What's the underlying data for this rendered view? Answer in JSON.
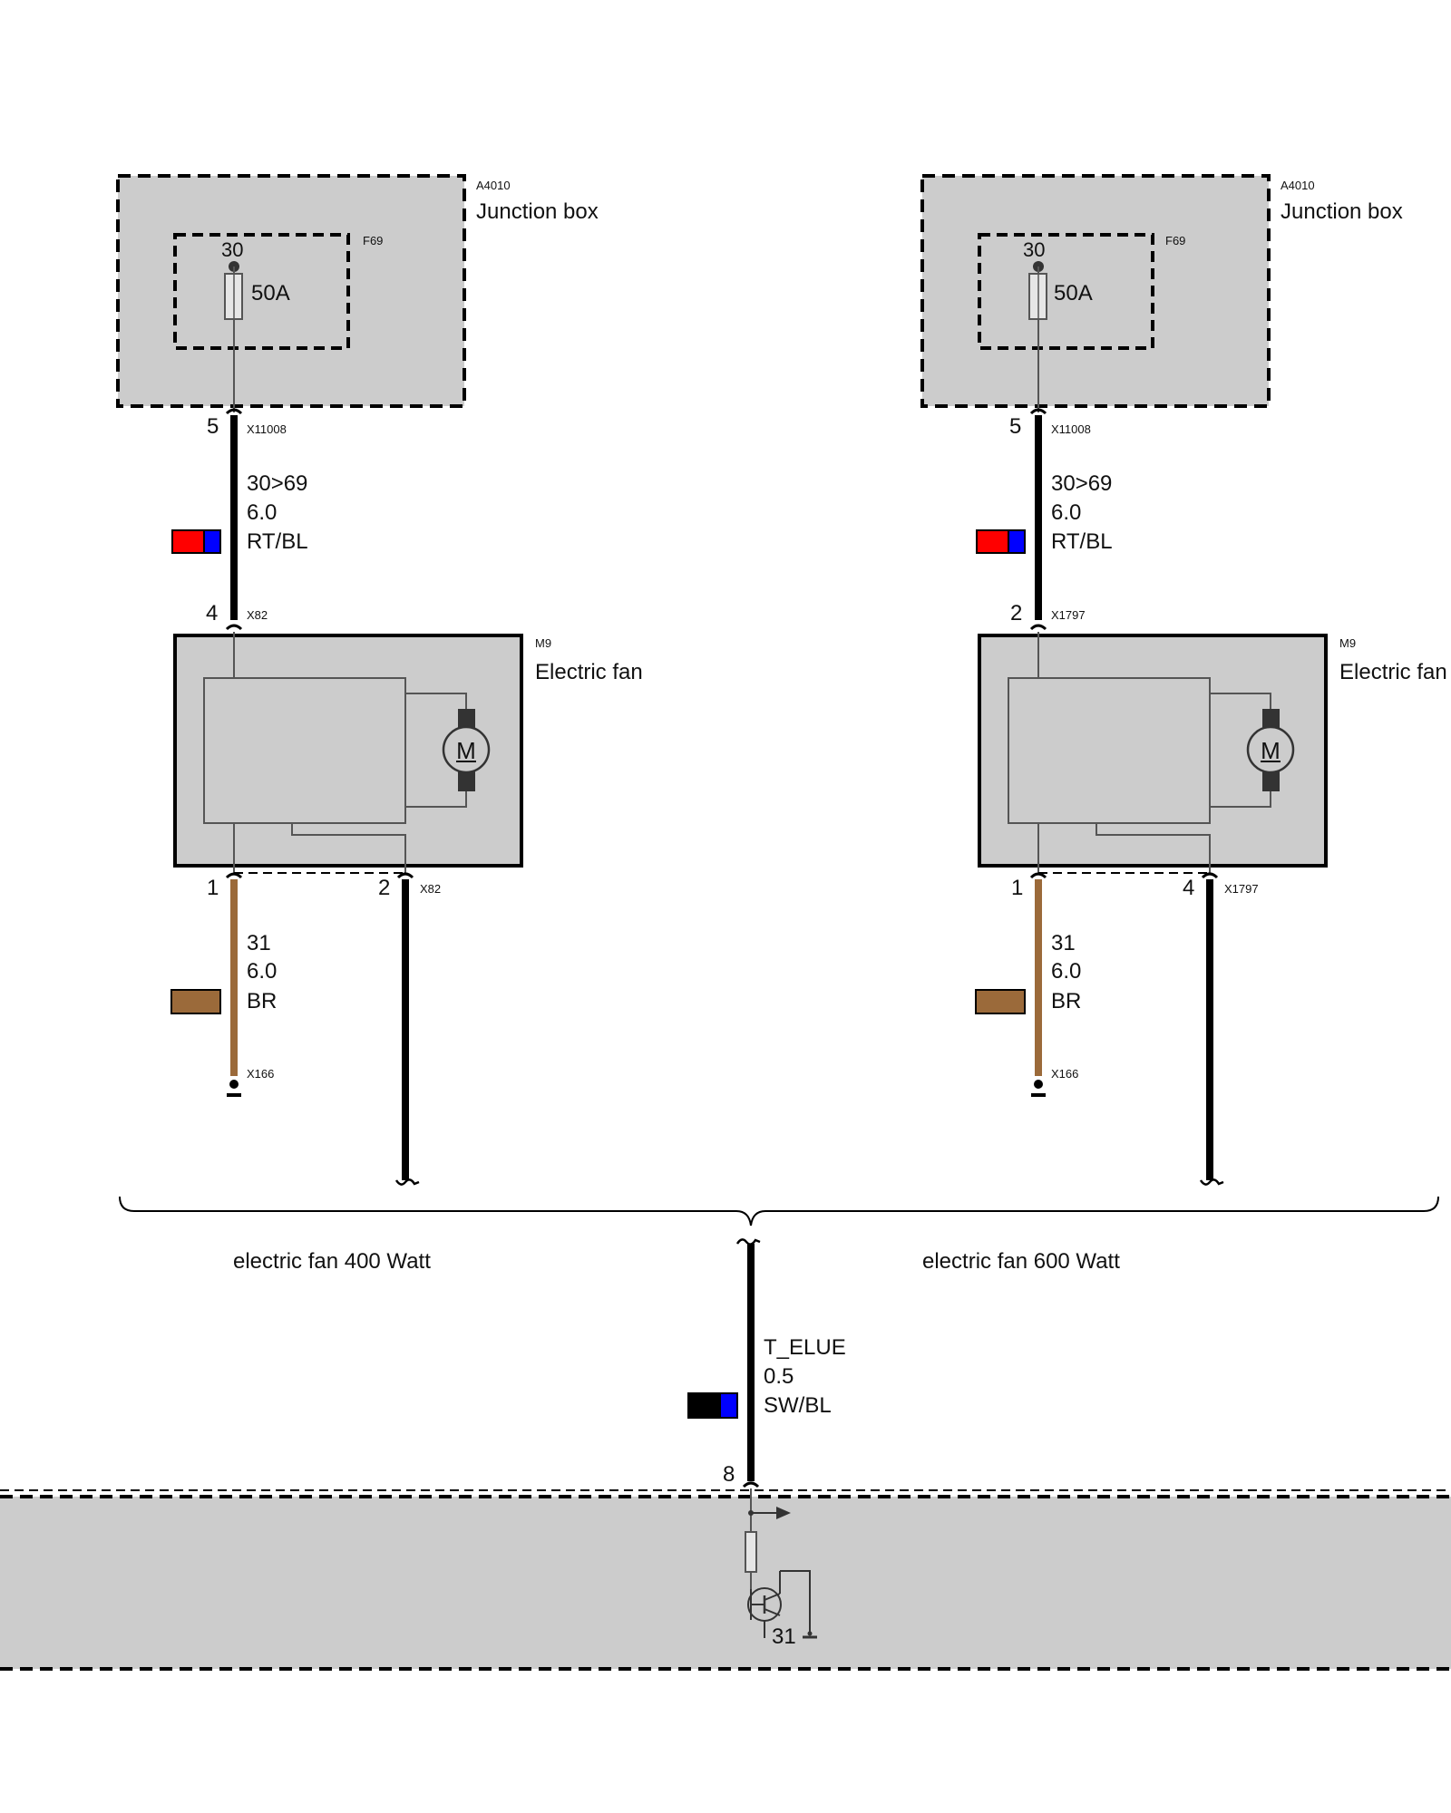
{
  "colors": {
    "box_fill": "#cccccc",
    "wire_black": "#000000",
    "wire_brown": "#9b6a3a",
    "swatch_red": "#ff0000",
    "swatch_blue": "#0000ff",
    "swatch_black": "#000000",
    "swatch_brown": "#9b6a3a",
    "thin_wire": "#555555"
  },
  "left": {
    "junction_box": {
      "code": "A4010",
      "name": "Junction box"
    },
    "fuse": {
      "code": "F69",
      "terminal": "30",
      "rating": "50A"
    },
    "top_pin": "5",
    "top_connector": "X11008",
    "supply_wire": {
      "circuit": "30>69",
      "gauge": "6.0",
      "color": "RT/BL"
    },
    "fan_pin_top": "4",
    "fan_connector_top": "X82",
    "fan": {
      "code": "M9",
      "name": "Electric fan",
      "motor_symbol": "M"
    },
    "ground_pin": "1",
    "signal_pin": "2",
    "fan_connector_bottom": "X82",
    "ground_wire": {
      "circuit": "31",
      "gauge": "6.0",
      "color": "BR"
    },
    "ground_point": "X166",
    "variant": "electric fan 400 Watt"
  },
  "right": {
    "junction_box": {
      "code": "A4010",
      "name": "Junction box"
    },
    "fuse": {
      "code": "F69",
      "terminal": "30",
      "rating": "50A"
    },
    "top_pin": "5",
    "top_connector": "X11008",
    "supply_wire": {
      "circuit": "30>69",
      "gauge": "6.0",
      "color": "RT/BL"
    },
    "fan_pin_top": "2",
    "fan_connector_top": "X1797",
    "fan": {
      "code": "M9",
      "name": "Electric fan",
      "motor_symbol": "M"
    },
    "ground_pin": "1",
    "signal_pin": "4",
    "fan_connector_bottom": "X1797",
    "ground_wire": {
      "circuit": "31",
      "gauge": "6.0",
      "color": "BR"
    },
    "ground_point": "X166",
    "variant": "electric fan 600 Watt"
  },
  "bottom": {
    "signal_wire": {
      "circuit": "T_ELUE",
      "gauge": "0.5",
      "color": "SW/BL"
    },
    "pin": "8",
    "ground_label": "31"
  }
}
